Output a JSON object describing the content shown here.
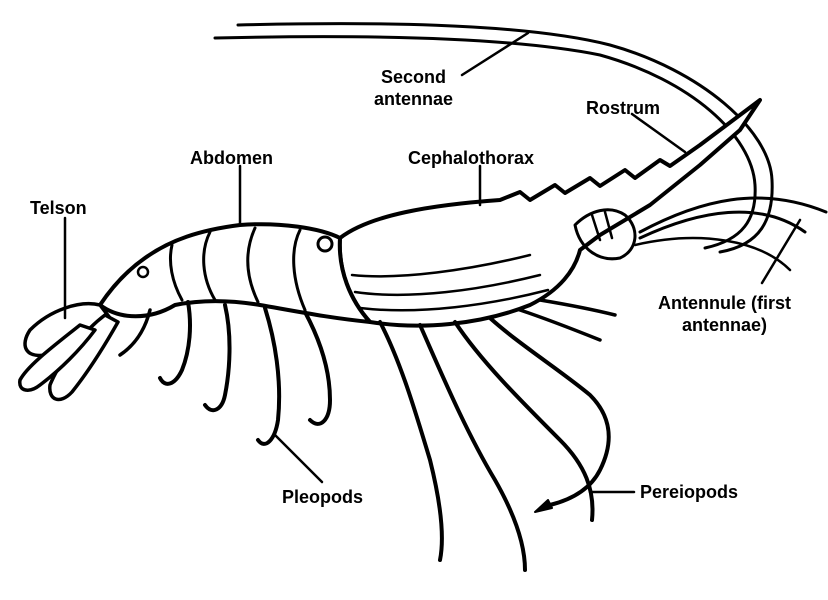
{
  "labels": {
    "second_antennae": "Second\nantennae",
    "rostrum": "Rostrum",
    "abdomen": "Abdomen",
    "cephalothorax": "Cephalothorax",
    "telson": "Telson",
    "antennule": "Antennule (first\nantennae)",
    "pleopods": "Pleopods",
    "pereiopods": "Pereiopods"
  }
}
